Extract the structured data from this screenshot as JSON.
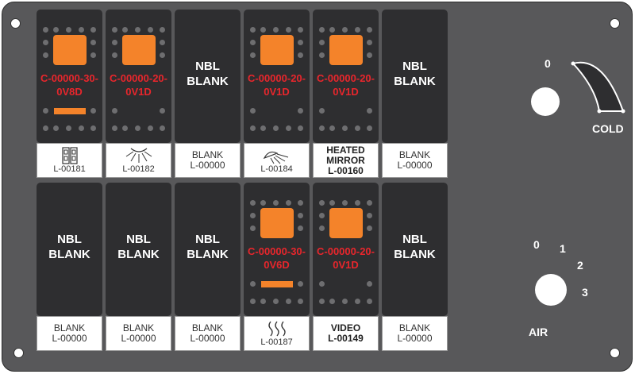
{
  "rows": [
    [
      {
        "kind": "lamp",
        "code": [
          "C-00000-30-",
          "0V8D"
        ],
        "bar": true,
        "label": {
          "icon": "double-door-icon",
          "lines": [
            "L-00181"
          ]
        }
      },
      {
        "kind": "lamp",
        "code": [
          "C-00000-20-",
          "0V1D"
        ],
        "bar": false,
        "label": {
          "icon": "dome-light-icon",
          "lines": [
            "L-00182"
          ]
        }
      },
      {
        "kind": "blank",
        "text": [
          "NBL",
          "BLANK"
        ],
        "label": {
          "lines": [
            "BLANK",
            "L-00000"
          ]
        }
      },
      {
        "kind": "lamp",
        "code": [
          "C-00000-20-",
          "0V1D"
        ],
        "bar": false,
        "label": {
          "icon": "spotlight-icon",
          "lines": [
            "L-00184"
          ]
        }
      },
      {
        "kind": "lamp",
        "code": [
          "C-00000-20-",
          "0V1D"
        ],
        "bar": false,
        "label": {
          "bold": true,
          "lines": [
            "HEATED",
            "MIRROR",
            "L-00160"
          ]
        }
      },
      {
        "kind": "blank",
        "text": [
          "NBL",
          "BLANK"
        ],
        "label": {
          "lines": [
            "BLANK",
            "L-00000"
          ]
        }
      }
    ],
    [
      {
        "kind": "blank",
        "text": [
          "NBL",
          "BLANK"
        ],
        "label": {
          "lines": [
            "BLANK",
            "L-00000"
          ]
        }
      },
      {
        "kind": "blank",
        "text": [
          "NBL",
          "BLANK"
        ],
        "label": {
          "lines": [
            "BLANK",
            "L-00000"
          ]
        }
      },
      {
        "kind": "blank",
        "text": [
          "NBL",
          "BLANK"
        ],
        "label": {
          "lines": [
            "BLANK",
            "L-00000"
          ]
        }
      },
      {
        "kind": "lamp",
        "code": [
          "C-00000-30-",
          "0V6D"
        ],
        "bar": true,
        "label": {
          "icon": "heat-icon",
          "lines": [
            "L-00187"
          ]
        }
      },
      {
        "kind": "lamp",
        "code": [
          "C-00000-20-",
          "0V1D"
        ],
        "bar": false,
        "label": {
          "bold": true,
          "lines": [
            "VIDEO",
            "L-00149"
          ]
        }
      },
      {
        "kind": "blank",
        "text": [
          "NBL",
          "BLANK"
        ],
        "label": {
          "lines": [
            "BLANK",
            "L-00000"
          ]
        }
      }
    ]
  ],
  "temp_knob": {
    "zero": "0",
    "label": "COLD"
  },
  "air_knob": {
    "positions": [
      "0",
      "1",
      "2",
      "3"
    ],
    "label": "AIR"
  }
}
